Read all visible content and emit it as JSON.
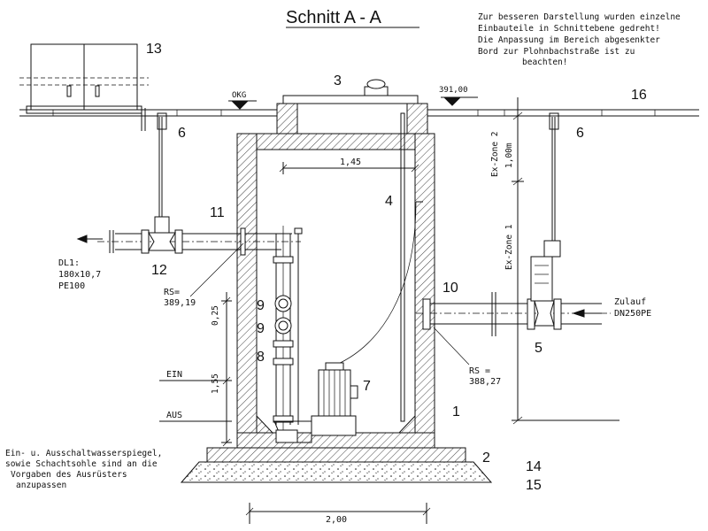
{
  "title": "Schnitt A - A",
  "note_top": [
    "Zur besseren Darstellung wurden einzelne",
    "Einbauteile in Schnittebene gedreht!",
    "Die Anpassung im Bereich abgesenkter",
    "Bord zur Plohnbachstraße ist zu",
    "beachten!"
  ],
  "note_bottom": [
    "Ein- u. Ausschaltwasserspiegel,",
    "sowie Schachtsohle sind an die",
    "Vorgaben des Ausrüsters",
    "anzupassen"
  ],
  "labels": {
    "okg": "OKG",
    "level_391": "391,00",
    "dl1": "DL1:",
    "dl1_dim": "180x10,7",
    "dl1_mat": "PE100",
    "rs_left_a": "RS=",
    "rs_left_b": "389,19",
    "rs_right_a": "RS =",
    "rs_right_b": "388,27",
    "zulauf_a": "Zulauf",
    "zulauf_b": "DN250PE",
    "ein": "EIN",
    "aus": "AUS",
    "ex_zone_2": "Ex-Zone 2",
    "ex_zone_2_dim": "1,00m",
    "ex_zone_1": "Ex-Zone 1"
  },
  "dimensions": {
    "d_145": "1,45",
    "d_200": "2,00",
    "d_025": "0,25",
    "d_155": "1,55"
  },
  "callouts": {
    "n1": "1",
    "n2": "2",
    "n3": "3",
    "n4": "4",
    "n5": "5",
    "n6_left": "6",
    "n6_right": "6",
    "n7": "7",
    "n8": "8",
    "n9_a": "9",
    "n9_b": "9",
    "n10": "10",
    "n11": "11",
    "n12": "12",
    "n13": "13",
    "n14": "14",
    "n15": "15",
    "n16": "16"
  }
}
